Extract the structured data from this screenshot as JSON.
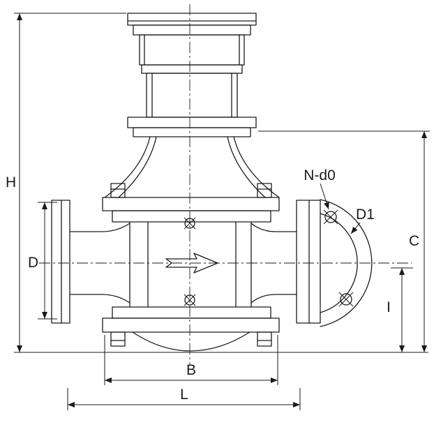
{
  "figure": {
    "kind": "technical dimensional drawing",
    "background_color": "#ffffff",
    "line_color": "#1a1a1a"
  },
  "labels": {
    "h": "H",
    "d": "D",
    "c": "C",
    "i": "I",
    "b": "B",
    "l": "L",
    "n_d0": "N-d0",
    "d1": "D1"
  }
}
